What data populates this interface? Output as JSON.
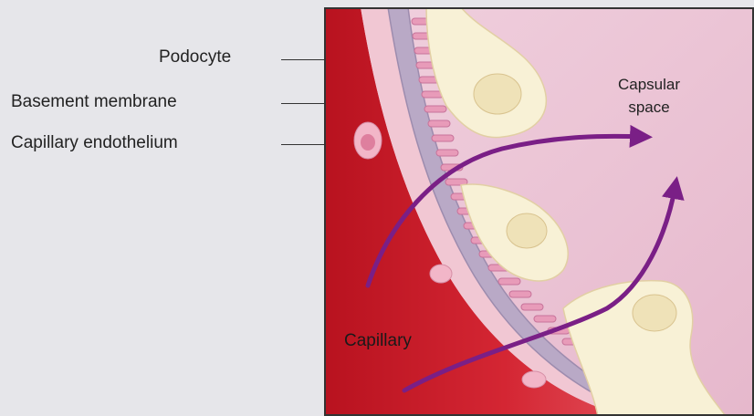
{
  "labels": {
    "podocyte": "Podocyte",
    "basement_membrane": "Basement membrane",
    "capillary_endothelium": "Capillary endothelium",
    "capsular_space_line1": "Capsular",
    "capsular_space_line2": "space",
    "capillary": "Capillary"
  },
  "colors": {
    "background": "#e6e6ea",
    "capsular_space": "#ecc4d6",
    "capillary_blood": "#c81e2c",
    "basement_membrane": "#b8a8c4",
    "podocyte_cell": "#f7f0d4",
    "foot_process": "#e79ab8",
    "arrow": "#7a1f86"
  }
}
